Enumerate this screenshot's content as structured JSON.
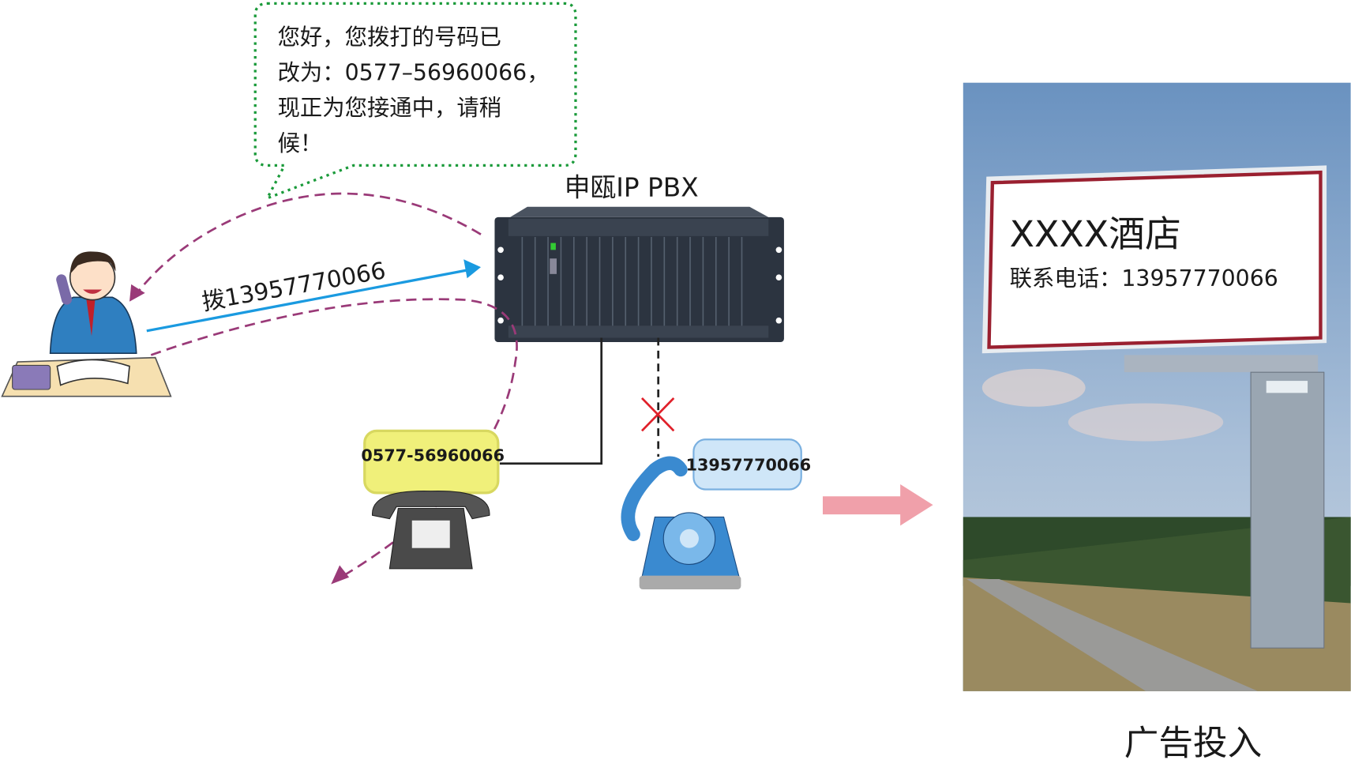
{
  "speech_bubble": {
    "lines": [
      "您好，您拨打的号码已",
      "改为：0577–56960066，",
      "现正为您接通中，请稍",
      "候！"
    ]
  },
  "pbx": {
    "title": "申瓯IP PBX"
  },
  "dial_label": "拨13957770066",
  "new_phone": {
    "number": "0577-56960066"
  },
  "old_phone": {
    "number": "13957770066",
    "status": "disconnected"
  },
  "billboard": {
    "name": "XXXX酒店",
    "contact": "联系电话：13957770066"
  },
  "caption": "广告投入",
  "colors": {
    "bubble_border": "#1a9a3a",
    "return_path": "#9a3a78",
    "dial_arrow": "#1a9ae0",
    "cross": "#e0202a",
    "big_arrow": "#f0a0aa",
    "billboard_border": "#9a2030"
  },
  "icons": [
    "caller-person-icon",
    "pbx-device-icon",
    "desk-phone-icon",
    "rotary-phone-icon",
    "billboard-photo"
  ]
}
